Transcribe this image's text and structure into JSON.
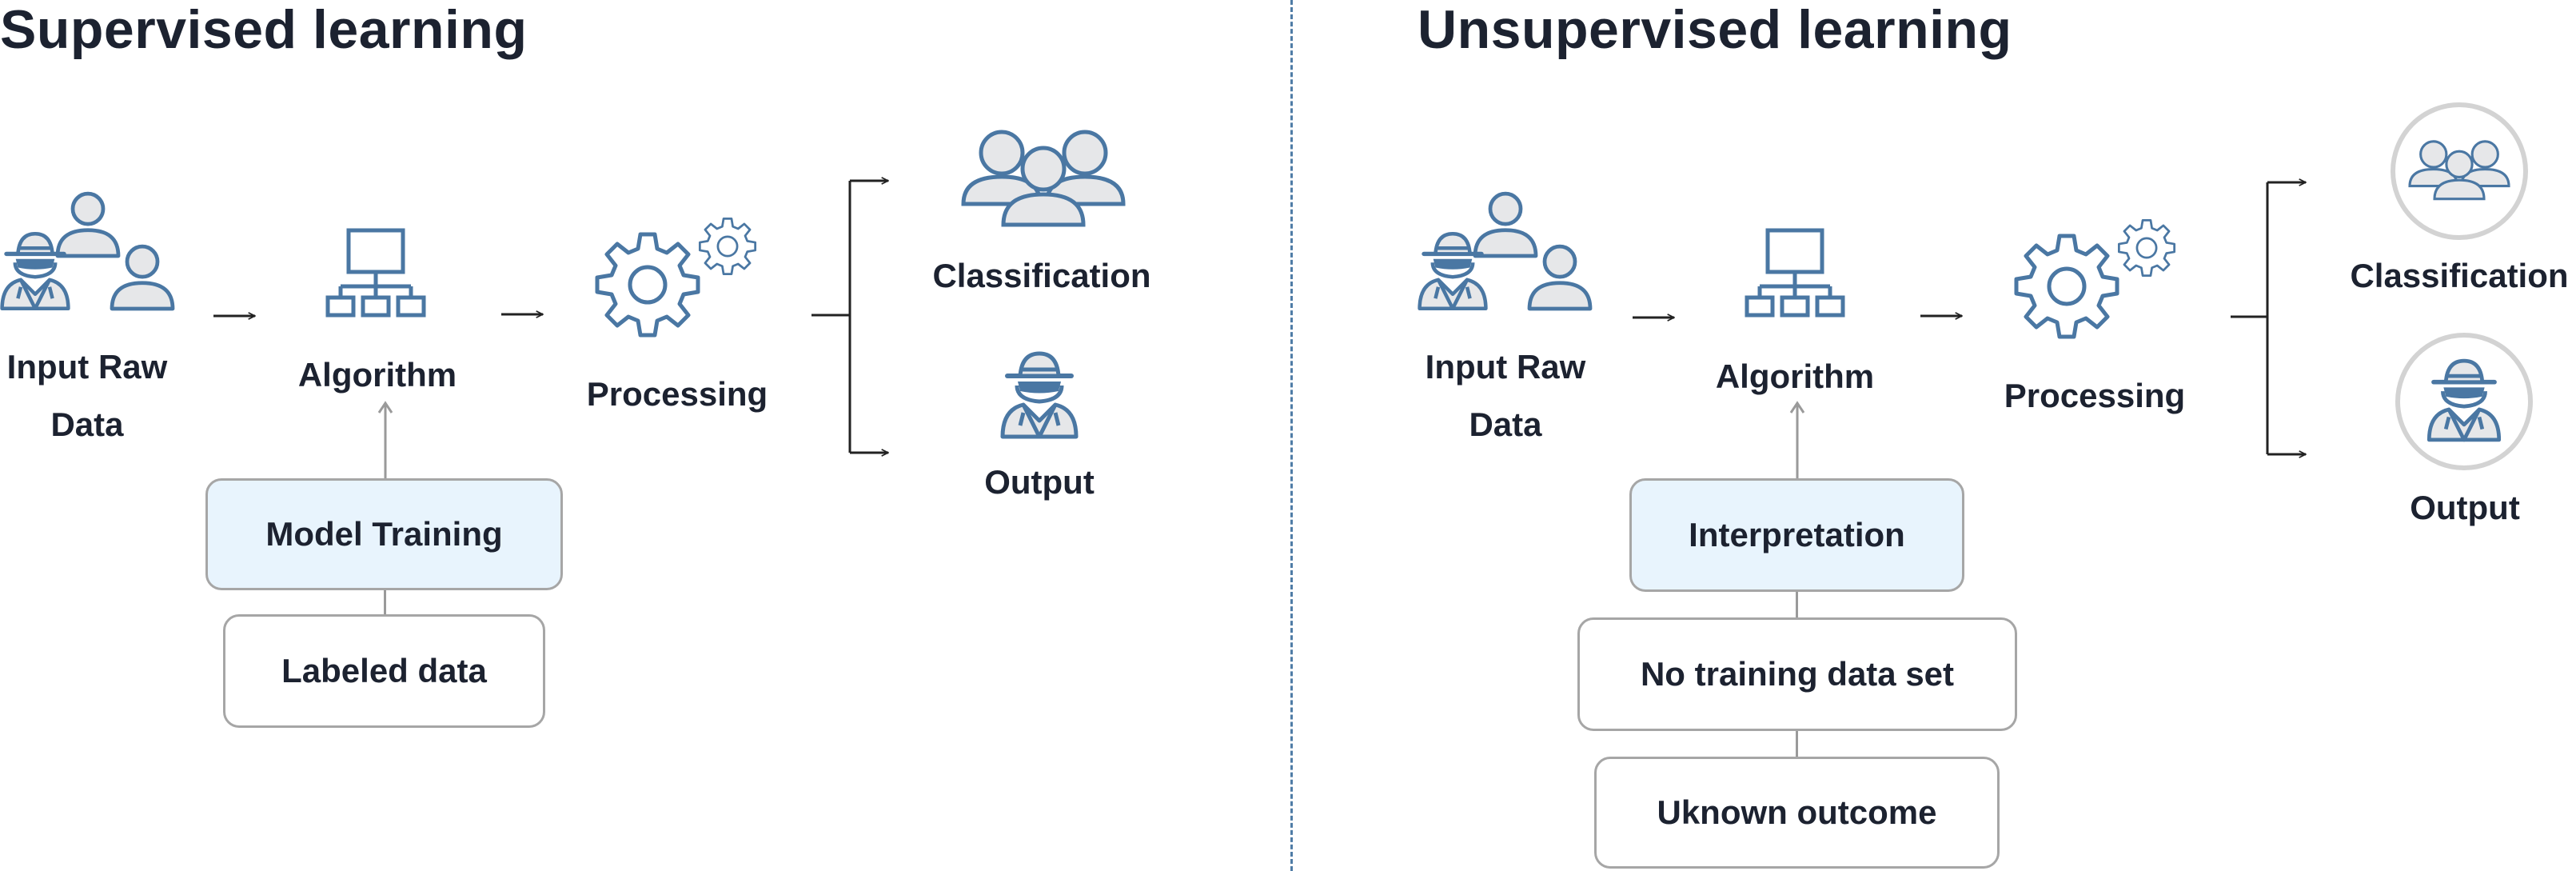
{
  "colors": {
    "icon_stroke": "#4a77a3",
    "icon_fill": "#e6e7e9",
    "box_blue": "#e8f4fd",
    "box_border": "#a6a6a6",
    "divider": "#4f7ca6"
  },
  "supervised": {
    "title": "Supervised learning",
    "input_label_line1": "Input Raw",
    "input_label_line2": "Data",
    "algorithm_label": "Algorithm",
    "processing_label": "Processing",
    "classification_label": "Classification",
    "output_label": "Output",
    "box1": "Model Training",
    "box2": "Labeled data"
  },
  "unsupervised": {
    "title": "Unsupervised learning",
    "input_label_line1": "Input Raw",
    "input_label_line2": "Data",
    "algorithm_label": "Algorithm",
    "processing_label": "Processing",
    "classification_label": "Classification",
    "output_label": "Output",
    "box1": "Interpretation",
    "box2": "No training data set",
    "box3": "Uknown outcome"
  },
  "icons": [
    "users-spy-icon",
    "flowchart-icon",
    "gears-icon",
    "users-group-icon",
    "spy-icon",
    "arrow-right-icon",
    "arrow-up-icon"
  ]
}
